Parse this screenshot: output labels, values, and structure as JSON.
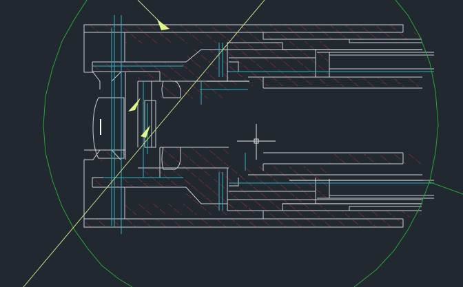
{
  "viewport": {
    "background": "#212830",
    "colors": {
      "outline": "#c9cfd6",
      "hatch": "#c4303a",
      "centerline": "#2ab3c2",
      "circle": "#27a832",
      "guide": "#d8f08a",
      "arrow": "#e2f58a",
      "crosshair": "#e6e6e6",
      "bright": "#ffffff"
    },
    "layers": [
      "section-outline",
      "hatch-red",
      "center-lines",
      "boundary-circle",
      "guide-lines",
      "leader-arrows",
      "cursor-crosshair"
    ],
    "cursor": {
      "icon": "crosshair-cursor-icon"
    }
  }
}
